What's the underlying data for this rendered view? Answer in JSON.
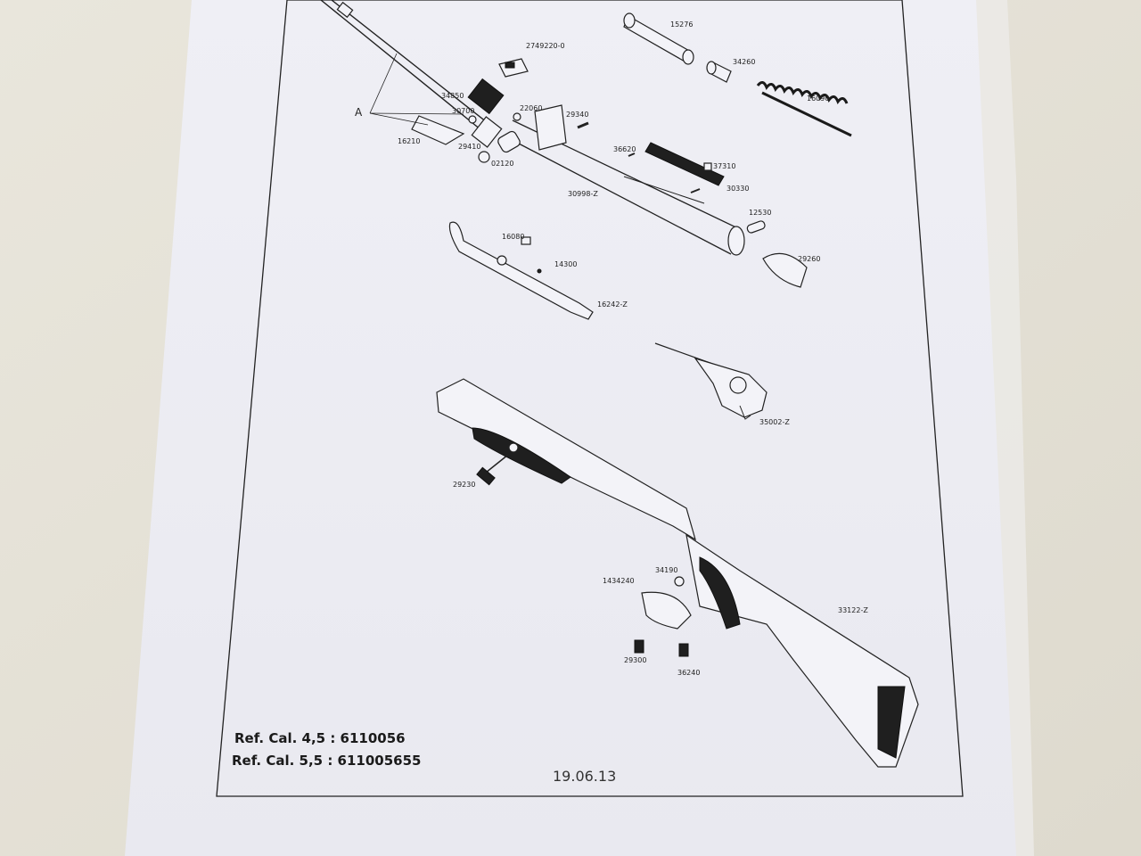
{
  "colors": {
    "background": "#e6e2d6",
    "sheet": "#eeeef4",
    "ink": "#1a1a1a"
  },
  "diagram": {
    "callouts": {
      "c15276": "15276",
      "c34260": "34260",
      "c16090": "16090",
      "c2749220": "2749220-0",
      "c34850": "34850",
      "c30700": "30700",
      "c22060": "22060",
      "c29340": "29340",
      "cA": "A",
      "c16210": "16210",
      "c29410": "29410",
      "c02120": "02120",
      "c36620": "36620",
      "c37310": "37310",
      "c30330": "30330",
      "c30998": "30998-Z",
      "c12530": "12530",
      "c16080": "16080",
      "c14300": "14300",
      "c29260": "29260",
      "c16242": "16242-Z",
      "c35002": "35002-Z",
      "c29230": "29230",
      "c34190": "34190",
      "c1434240": "1434240",
      "c33122": "33122-Z",
      "c29300": "29300",
      "c36240": "36240"
    },
    "ref_line_1": "Ref. Cal. 4,5 : 6110056",
    "ref_line_2": "Ref. Cal. 5,5 : 611005655",
    "date": "19.06.13"
  }
}
